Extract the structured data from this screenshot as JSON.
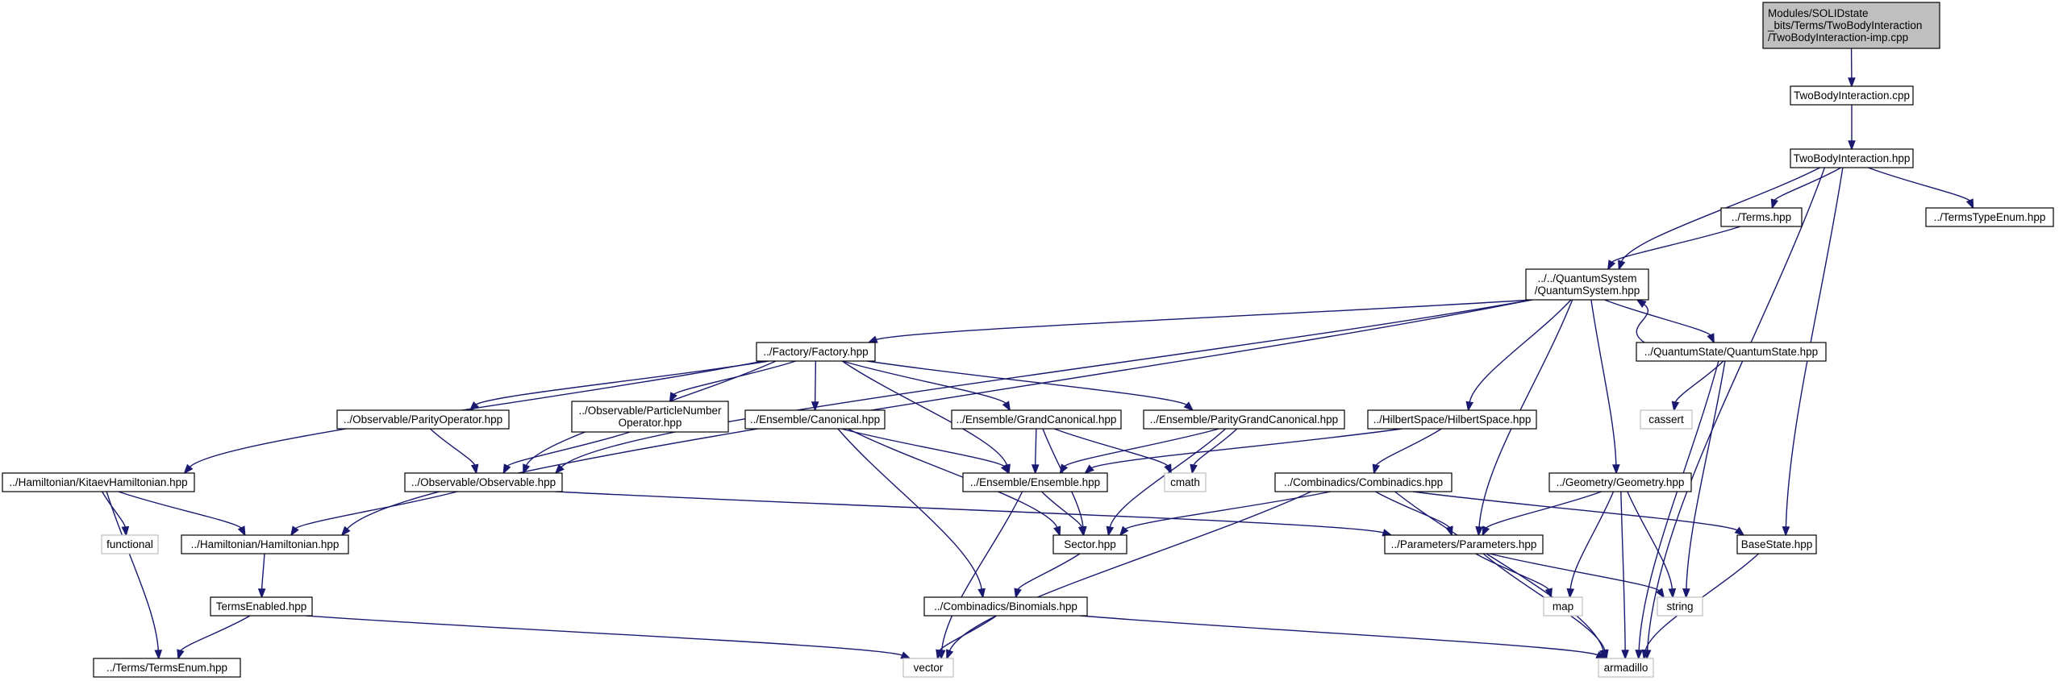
{
  "colors": {
    "edge": "#191970",
    "node_fill": "#ffffff",
    "node_border": "#000000",
    "system_border": "#bfbfbf",
    "system_text": "#404040",
    "root_fill": "#bfbfbf"
  },
  "nodes": {
    "root": {
      "lines": [
        "Modules/SOLIDstate",
        "_bits/Terms/TwoBodyInteraction",
        "/TwoBodyInteraction-imp.cpp"
      ],
      "kind": "root"
    },
    "tbi_cpp": {
      "lines": [
        "TwoBodyInteraction.cpp"
      ],
      "kind": "file"
    },
    "tbi_hpp": {
      "lines": [
        "TwoBodyInteraction.hpp"
      ],
      "kind": "file"
    },
    "terms_hpp": {
      "lines": [
        "../Terms.hpp"
      ],
      "kind": "file"
    },
    "terms_type_enum": {
      "lines": [
        "../TermsTypeEnum.hpp"
      ],
      "kind": "file"
    },
    "quantum_system": {
      "lines": [
        "../../QuantumSystem",
        "/QuantumSystem.hpp"
      ],
      "kind": "file"
    },
    "quantum_state": {
      "lines": [
        "../QuantumState/QuantumState.hpp"
      ],
      "kind": "file"
    },
    "factory": {
      "lines": [
        "../Factory/Factory.hpp"
      ],
      "kind": "file"
    },
    "cassert": {
      "lines": [
        "cassert"
      ],
      "kind": "system"
    },
    "kitaev": {
      "lines": [
        "../Hamiltonian/KitaevHamiltonian.hpp"
      ],
      "kind": "file"
    },
    "parity_operator": {
      "lines": [
        "../Observable/ParityOperator.hpp"
      ],
      "kind": "file"
    },
    "particle_number": {
      "lines": [
        "../Observable/ParticleNumber",
        "Operator.hpp"
      ],
      "kind": "file"
    },
    "canonical": {
      "lines": [
        "../Ensemble/Canonical.hpp"
      ],
      "kind": "file"
    },
    "grand_canonical": {
      "lines": [
        "../Ensemble/GrandCanonical.hpp"
      ],
      "kind": "file"
    },
    "parity_grand_canonical": {
      "lines": [
        "../Ensemble/ParityGrandCanonical.hpp"
      ],
      "kind": "file"
    },
    "hilbert_space": {
      "lines": [
        "../HilbertSpace/HilbertSpace.hpp"
      ],
      "kind": "file"
    },
    "observable": {
      "lines": [
        "../Observable/Observable.hpp"
      ],
      "kind": "file"
    },
    "ensemble": {
      "lines": [
        "../Ensemble/Ensemble.hpp"
      ],
      "kind": "file"
    },
    "cmath": {
      "lines": [
        "cmath"
      ],
      "kind": "system"
    },
    "combinadics": {
      "lines": [
        "../Combinadics/Combinadics.hpp"
      ],
      "kind": "file"
    },
    "geometry": {
      "lines": [
        "../Geometry/Geometry.hpp"
      ],
      "kind": "file"
    },
    "functional": {
      "lines": [
        "functional"
      ],
      "kind": "system"
    },
    "hamiltonian": {
      "lines": [
        "../Hamiltonian/Hamiltonian.hpp"
      ],
      "kind": "file"
    },
    "sector": {
      "lines": [
        "Sector.hpp"
      ],
      "kind": "file"
    },
    "parameters": {
      "lines": [
        "../Parameters/Parameters.hpp"
      ],
      "kind": "file"
    },
    "base_state": {
      "lines": [
        "BaseState.hpp"
      ],
      "kind": "file"
    },
    "terms_enabled": {
      "lines": [
        "TermsEnabled.hpp"
      ],
      "kind": "file"
    },
    "binomials": {
      "lines": [
        "../Combinadics/Binomials.hpp"
      ],
      "kind": "file"
    },
    "map": {
      "lines": [
        "map"
      ],
      "kind": "system"
    },
    "string": {
      "lines": [
        "string"
      ],
      "kind": "system"
    },
    "terms_enum": {
      "lines": [
        "../Terms/TermsEnum.hpp"
      ],
      "kind": "file"
    },
    "vector": {
      "lines": [
        "vector"
      ],
      "kind": "system"
    },
    "armadillo": {
      "lines": [
        "armadillo"
      ],
      "kind": "system"
    }
  },
  "edges": [
    [
      "root",
      "tbi_cpp"
    ],
    [
      "tbi_cpp",
      "tbi_hpp"
    ],
    [
      "tbi_hpp",
      "terms_hpp"
    ],
    [
      "tbi_hpp",
      "terms_type_enum"
    ],
    [
      "tbi_hpp",
      "quantum_system"
    ],
    [
      "tbi_hpp",
      "base_state"
    ],
    [
      "tbi_hpp",
      "armadillo"
    ],
    [
      "terms_hpp",
      "quantum_system"
    ],
    [
      "quantum_system",
      "factory"
    ],
    [
      "quantum_system",
      "observable"
    ],
    [
      "quantum_system",
      "hamiltonian"
    ],
    [
      "quantum_system",
      "hilbert_space"
    ],
    [
      "quantum_system",
      "parameters"
    ],
    [
      "quantum_system",
      "geometry"
    ],
    [
      "quantum_system",
      "quantum_state"
    ],
    [
      "quantum_state",
      "quantum_system"
    ],
    [
      "quantum_state",
      "cassert"
    ],
    [
      "quantum_state",
      "string"
    ],
    [
      "quantum_state",
      "armadillo"
    ],
    [
      "factory",
      "kitaev"
    ],
    [
      "factory",
      "parity_operator"
    ],
    [
      "factory",
      "particle_number"
    ],
    [
      "factory",
      "observable"
    ],
    [
      "factory",
      "canonical"
    ],
    [
      "factory",
      "grand_canonical"
    ],
    [
      "factory",
      "parity_grand_canonical"
    ],
    [
      "factory",
      "ensemble"
    ],
    [
      "kitaev",
      "functional"
    ],
    [
      "kitaev",
      "hamiltonian"
    ],
    [
      "kitaev",
      "terms_enum"
    ],
    [
      "parity_operator",
      "observable"
    ],
    [
      "particle_number",
      "observable"
    ],
    [
      "observable",
      "hamiltonian"
    ],
    [
      "observable",
      "parameters"
    ],
    [
      "canonical",
      "ensemble"
    ],
    [
      "canonical",
      "sector"
    ],
    [
      "canonical",
      "binomials"
    ],
    [
      "grand_canonical",
      "ensemble"
    ],
    [
      "grand_canonical",
      "cmath"
    ],
    [
      "grand_canonical",
      "sector"
    ],
    [
      "parity_grand_canonical",
      "ensemble"
    ],
    [
      "parity_grand_canonical",
      "cmath"
    ],
    [
      "parity_grand_canonical",
      "sector"
    ],
    [
      "hilbert_space",
      "ensemble"
    ],
    [
      "hilbert_space",
      "combinadics"
    ],
    [
      "ensemble",
      "sector"
    ],
    [
      "ensemble",
      "vector"
    ],
    [
      "combinadics",
      "sector"
    ],
    [
      "combinadics",
      "parameters"
    ],
    [
      "combinadics",
      "base_state"
    ],
    [
      "combinadics",
      "vector"
    ],
    [
      "combinadics",
      "armadillo"
    ],
    [
      "geometry",
      "parameters"
    ],
    [
      "geometry",
      "map"
    ],
    [
      "geometry",
      "string"
    ],
    [
      "geometry",
      "armadillo"
    ],
    [
      "hamiltonian",
      "terms_enabled"
    ],
    [
      "sector",
      "binomials"
    ],
    [
      "parameters",
      "map"
    ],
    [
      "parameters",
      "string"
    ],
    [
      "parameters",
      "armadillo"
    ],
    [
      "base_state",
      "armadillo"
    ],
    [
      "terms_enabled",
      "terms_enum"
    ],
    [
      "terms_enabled",
      "vector"
    ],
    [
      "binomials",
      "vector"
    ],
    [
      "binomials",
      "armadillo"
    ]
  ]
}
